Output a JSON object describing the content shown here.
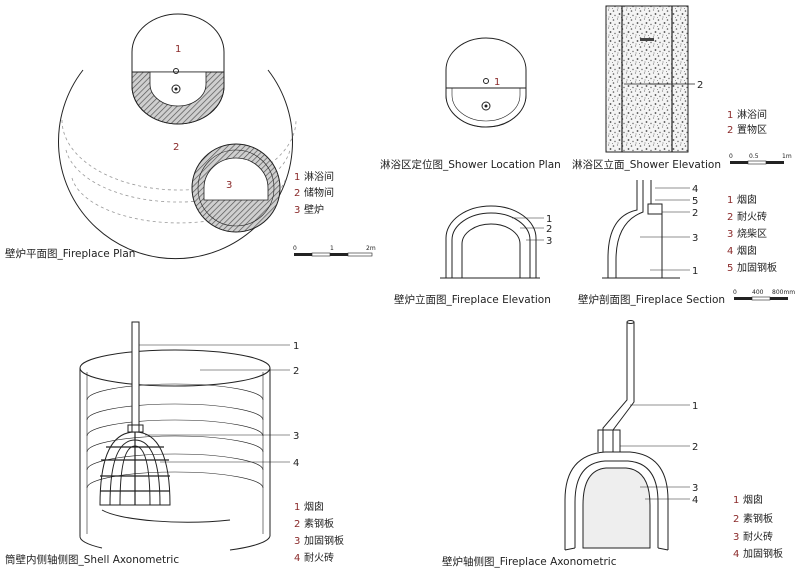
{
  "fireplace_plan": {
    "caption": "壁炉平面图_Fireplace Plan",
    "markers": [
      "1",
      "2",
      "3"
    ],
    "legend": [
      {
        "num": "1",
        "label": "淋浴间"
      },
      {
        "num": "2",
        "label": "储物间"
      },
      {
        "num": "3",
        "label": "壁炉"
      }
    ],
    "scale": {
      "t0": "0",
      "t1": "1",
      "t2": "2m"
    }
  },
  "shower_location": {
    "caption": "淋浴区定位图_Shower Location Plan",
    "marker": "1"
  },
  "shower_elevation": {
    "caption": "淋浴区立面_Shower Elevation",
    "callout": "2",
    "legend": [
      {
        "num": "1",
        "label": "淋浴间"
      },
      {
        "num": "2",
        "label": "置物区"
      }
    ],
    "scale": {
      "t0": "0",
      "t1": "0.5",
      "t2": "1m"
    }
  },
  "fireplace_elevation": {
    "caption": "壁炉立面图_Fireplace Elevation",
    "callouts": [
      "1",
      "2",
      "3"
    ]
  },
  "fireplace_section": {
    "caption": "壁炉剖面图_Fireplace Section",
    "callouts": [
      "4",
      "5",
      "2",
      "3",
      "1"
    ],
    "legend": [
      {
        "num": "1",
        "label": "烟囱"
      },
      {
        "num": "2",
        "label": "耐火砖"
      },
      {
        "num": "3",
        "label": "烧柴区"
      },
      {
        "num": "4",
        "label": "烟囱"
      },
      {
        "num": "5",
        "label": "加固钢板"
      }
    ],
    "scale": {
      "t0": "0",
      "t1": "400",
      "t2": "800mm"
    }
  },
  "shell_axonometric": {
    "caption": "筒壁内侧轴侧图_Shell Axonometric",
    "callouts": [
      "1",
      "2",
      "3",
      "4"
    ],
    "legend": [
      {
        "num": "1",
        "label": "烟囱"
      },
      {
        "num": "2",
        "label": "素钢板"
      },
      {
        "num": "3",
        "label": "加固钢板"
      },
      {
        "num": "4",
        "label": "耐火砖"
      }
    ]
  },
  "fireplace_axonometric": {
    "caption": "壁炉轴侧图_Fireplace Axonometric",
    "callouts": [
      "1",
      "2",
      "3",
      "4"
    ],
    "legend": [
      {
        "num": "1",
        "label": "烟囱"
      },
      {
        "num": "2",
        "label": "素钢板"
      },
      {
        "num": "3",
        "label": "耐火砖"
      },
      {
        "num": "4",
        "label": "加固钢板"
      }
    ]
  }
}
